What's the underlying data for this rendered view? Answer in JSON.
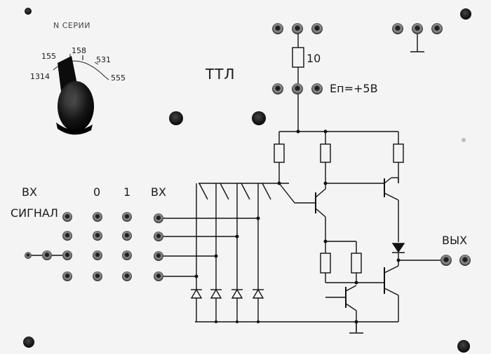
{
  "series_selector": {
    "title": "N СЕРИИ",
    "options": [
      "1314",
      "155",
      "158",
      "531",
      "555"
    ]
  },
  "logic_family": "ТТЛ",
  "labels": {
    "input_signal_top": "ВХ",
    "input_signal_bottom": "СИГНАЛ",
    "level_zero": "0",
    "level_one": "1",
    "inputs": "ВХ",
    "output": "ВЫХ",
    "resistor_value": "10",
    "supply": "Еп=+5В"
  },
  "colors": {
    "panel": "#f4f4f4",
    "ink": "#1a1a1a",
    "socket_metal": "#8a8a8a"
  }
}
